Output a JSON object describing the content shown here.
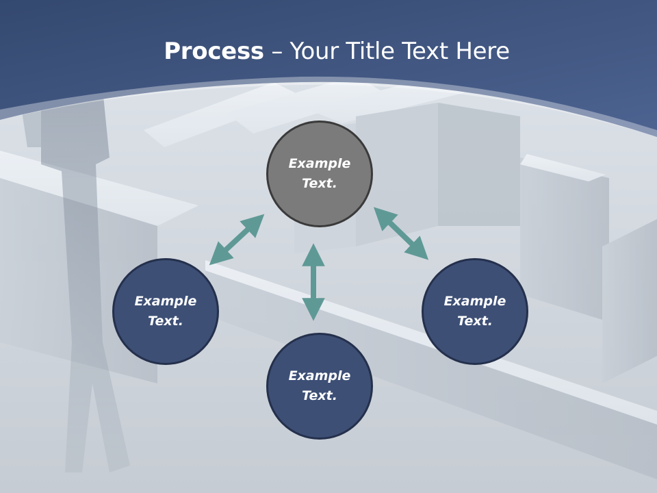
{
  "slide": {
    "title_bold": "Process",
    "title_rest": " – Your Title Text Here"
  },
  "diagram": {
    "center_node": {
      "line1": "Example",
      "line2": "Text."
    },
    "left_node": {
      "line1": "Example",
      "line2": "Text."
    },
    "right_node": {
      "line1": "Example",
      "line2": "Text."
    },
    "bottom_node": {
      "line1": "Example",
      "line2": "Text."
    }
  },
  "colors": {
    "header_band": "#3f5584",
    "center_node": "#7b7b7b",
    "outer_node": "#3d4f75",
    "arrow": "#5f9996"
  }
}
